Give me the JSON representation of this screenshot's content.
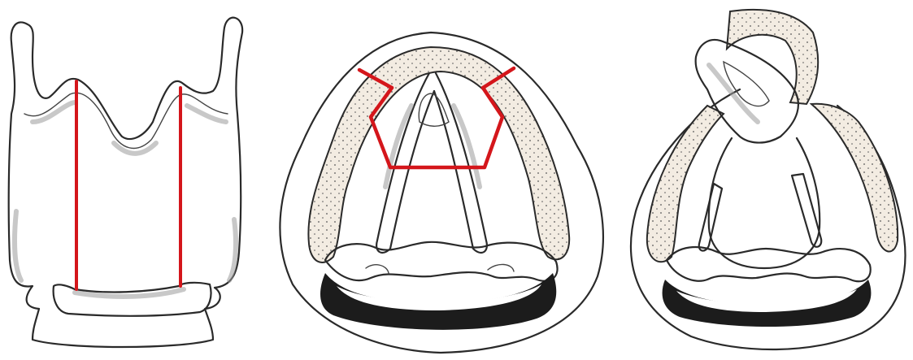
{
  "figure": {
    "panels": [
      {
        "name": "cartilage-anterior-view",
        "cut_lines": 2
      },
      {
        "name": "larynx-superior-view-with-incision",
        "cut_lines": 1
      },
      {
        "name": "larynx-superior-view-after-resection",
        "cut_lines": 0
      }
    ],
    "colors": {
      "background": "#ffffff",
      "ink": "#2a2a2a",
      "incision": "#d4161b",
      "stipple_fill": "#f3ece2",
      "dark_band": "#1c1c1c"
    }
  }
}
